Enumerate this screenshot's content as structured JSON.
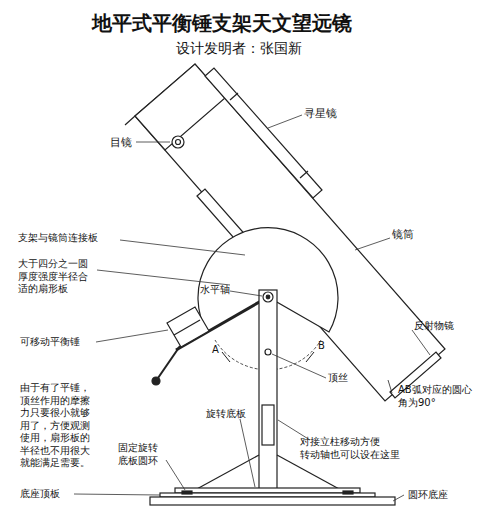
{
  "diagram": {
    "title": "地平式平衡锤支架天文望远镜",
    "labels": [
      "设计发明者：张国新",
      "目镜",
      "寻星镜",
      "支架与镜筒连接板",
      "大于四分之一圆 厚度强度半径合 适的扇形板",
      "水平轴",
      "镜筒",
      "反射物镜",
      "可移动平衡锤",
      "A",
      "B",
      "顶丝",
      "AB弧对应的圆心 角为90°",
      "由于有了平锤， 顶丝作用的摩擦 力只要很小就够 用了，方便观测 使用，扇形板的 半径也不用很大 就能满足需要。",
      "旋转底板",
      "固定旋转 底板圆环",
      "对接立柱移动方便 转动轴也可以设在这里",
      "底座顶板",
      "圆环底座"
    ]
  }
}
